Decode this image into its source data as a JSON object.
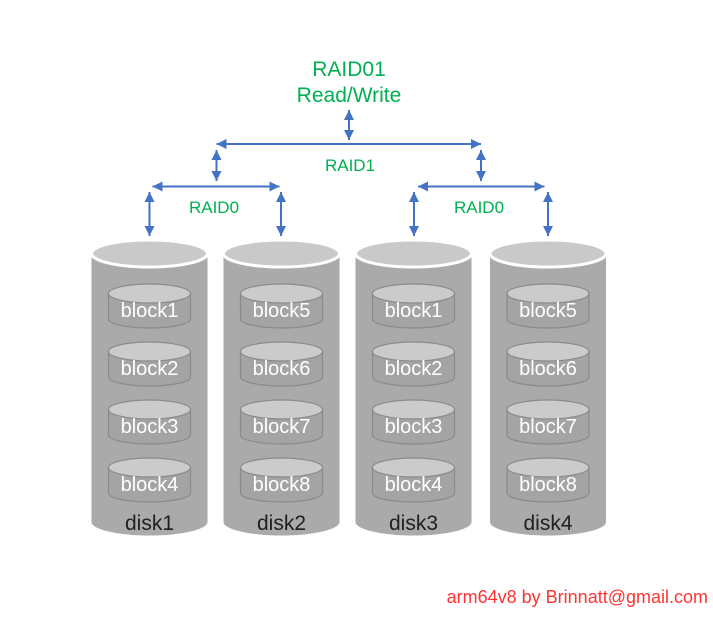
{
  "header": {
    "title": "RAID01",
    "subtitle": "Read/Write"
  },
  "raid_levels": {
    "raid1_label": "RAID1",
    "raid0_left_label": "RAID0",
    "raid0_right_label": "RAID0"
  },
  "disks": [
    {
      "name": "disk1",
      "blocks": [
        "block1",
        "block2",
        "block3",
        "block4"
      ]
    },
    {
      "name": "disk2",
      "blocks": [
        "block5",
        "block6",
        "block7",
        "block8"
      ]
    },
    {
      "name": "disk3",
      "blocks": [
        "block1",
        "block2",
        "block3",
        "block4"
      ]
    },
    {
      "name": "disk4",
      "blocks": [
        "block5",
        "block6",
        "block7",
        "block8"
      ]
    }
  ],
  "footer": {
    "credit": "arm64v8 by Brinnatt@gmail.com"
  },
  "colors": {
    "label_green": "#00B050",
    "arrow_blue": "#4472C4",
    "credit_red": "#FF3333",
    "disk_body_gray": "#AAAAAA",
    "disk_top_gray": "#C9C9C9",
    "block_body_gray": "#A4A4A4",
    "block_top_gray": "#CBCBCB",
    "block_outline_gray": "#8A8A8A",
    "block_text_white": "#FFFFFF",
    "disk_label_black": "#1F1F1F"
  }
}
